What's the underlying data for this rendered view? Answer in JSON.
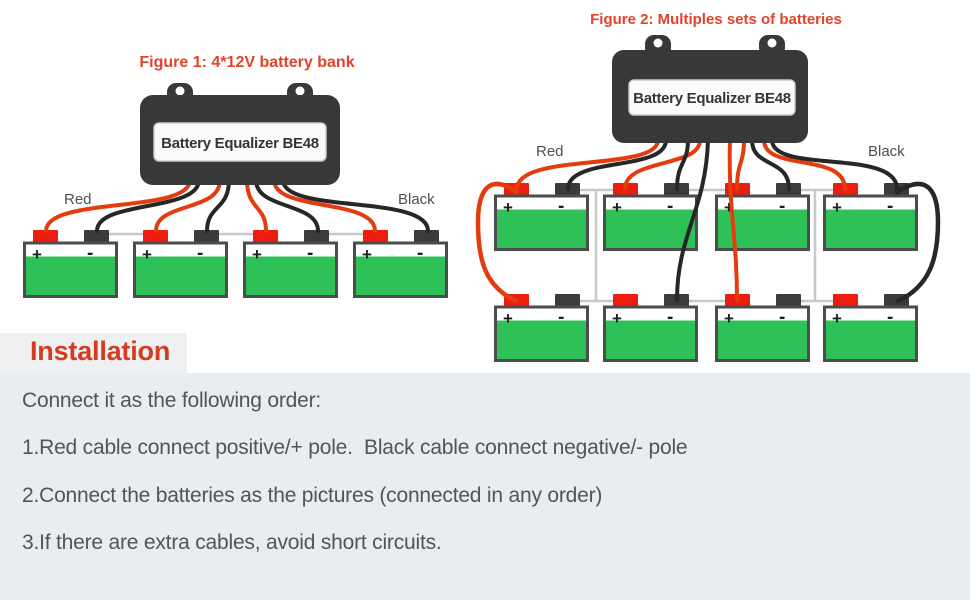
{
  "page": {
    "background": "#ffffff",
    "panel_background": "#e9edf0"
  },
  "figure1": {
    "title": "Figure 1: 4*12V battery bank",
    "device_label": "Battery Equalizer BE48",
    "red_label": "Red",
    "black_label": "Black",
    "battery_count": 4
  },
  "figure2": {
    "title": "Figure 2: Multiples sets of batteries",
    "device_label": "Battery Equalizer BE48",
    "red_label": "Red",
    "black_label": "Black",
    "battery_count": 8
  },
  "battery": {
    "plus": "+",
    "minus": "-"
  },
  "colors": {
    "wire_red": "#e43c0f",
    "wire_black": "#272727",
    "terminal_red": "#ec1c0f",
    "terminal_black": "#3b3b3b",
    "battery_green": "#2dc157",
    "device_body": "#383838",
    "figure_title_red": "#e2432a",
    "heading_red": "#d63b22",
    "body_text_gray": "#50555a"
  },
  "installation": {
    "heading": "Installation",
    "intro": "Connect it as the following order:",
    "steps": [
      "1.Red cable connect positive/+ pole.  Black cable connect negative/- pole",
      "2.Connect the batteries as the pictures (connected in any order)",
      "3.If there are extra cables, avoid short circuits."
    ]
  }
}
